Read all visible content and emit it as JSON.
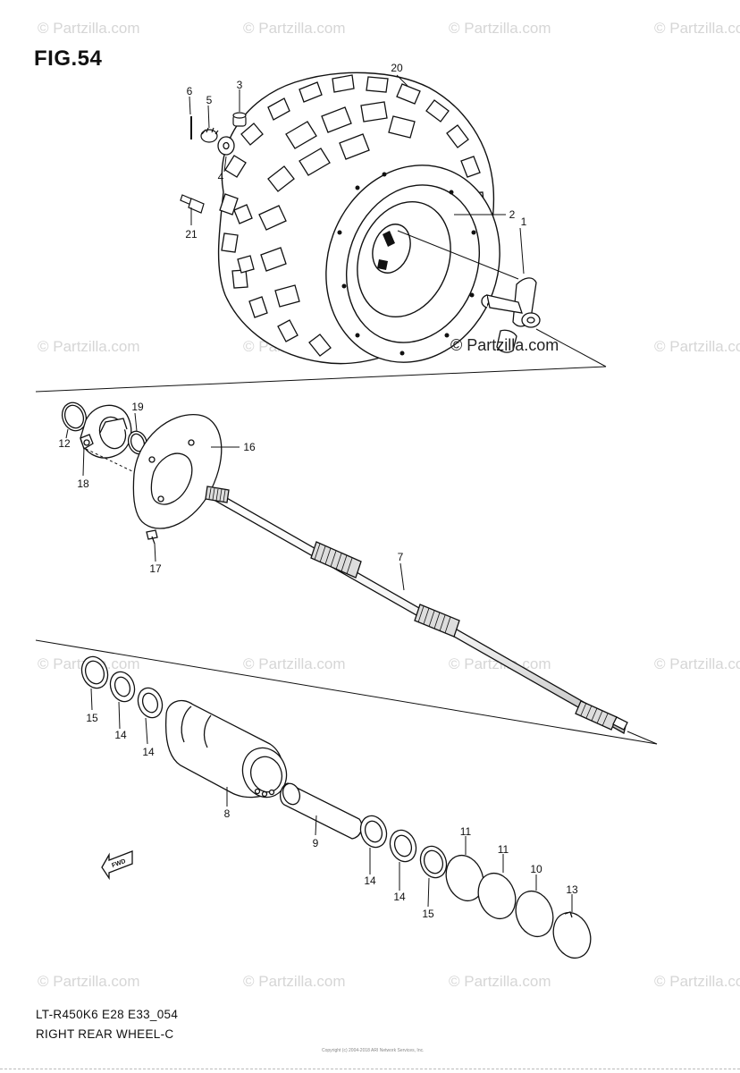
{
  "figure": {
    "title": "FIG.54",
    "model_code": "LT-R450K6 E28 E33_054",
    "caption": "RIGHT REAR WHEEL-C",
    "copyright": "© Partzilla.com",
    "watermark": "© Partzilla.com",
    "tiny_note": "Copyright (c) 2004-2018 ARI Network Services, Inc."
  },
  "fwd_label": "FWD",
  "callouts": [
    {
      "id": "c20",
      "label": "20"
    },
    {
      "id": "c6",
      "label": "6"
    },
    {
      "id": "c5",
      "label": "5"
    },
    {
      "id": "c3",
      "label": "3"
    },
    {
      "id": "c4",
      "label": "4"
    },
    {
      "id": "c21",
      "label": "21"
    },
    {
      "id": "c2",
      "label": "2"
    },
    {
      "id": "c1",
      "label": "1"
    },
    {
      "id": "c19",
      "label": "19"
    },
    {
      "id": "c12",
      "label": "12"
    },
    {
      "id": "c18",
      "label": "18"
    },
    {
      "id": "c16",
      "label": "16"
    },
    {
      "id": "c17",
      "label": "17"
    },
    {
      "id": "c7",
      "label": "7"
    },
    {
      "id": "c15a",
      "label": "15"
    },
    {
      "id": "c14a",
      "label": "14"
    },
    {
      "id": "c14b",
      "label": "14"
    },
    {
      "id": "c8",
      "label": "8"
    },
    {
      "id": "c9",
      "label": "9"
    },
    {
      "id": "c14c",
      "label": "14"
    },
    {
      "id": "c14d",
      "label": "14"
    },
    {
      "id": "c15b",
      "label": "15"
    },
    {
      "id": "c11a",
      "label": "11"
    },
    {
      "id": "c11b",
      "label": "11"
    },
    {
      "id": "c10",
      "label": "10"
    },
    {
      "id": "c13",
      "label": "13"
    }
  ]
}
